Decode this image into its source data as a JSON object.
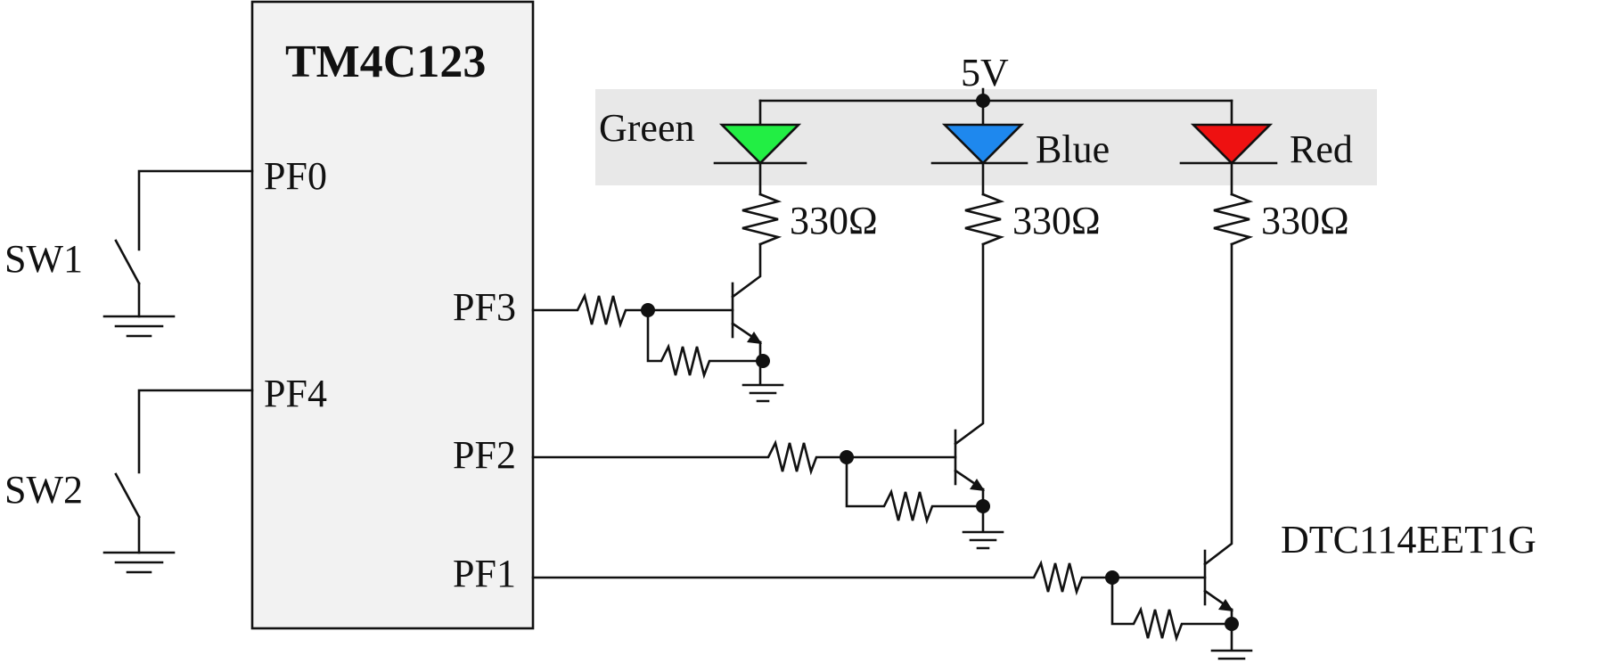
{
  "mcu": {
    "name": "TM4C123",
    "fill": "#f2f2f2"
  },
  "pins": {
    "pf0": "PF0",
    "pf4": "PF4",
    "pf3": "PF3",
    "pf2": "PF2",
    "pf1": "PF1"
  },
  "switches": {
    "sw1": "SW1",
    "sw2": "SW2"
  },
  "supply": "5V",
  "led_panel_fill": "#e8e8e8",
  "leds": [
    {
      "name": "Green",
      "color": "#22ee44"
    },
    {
      "name": "Blue",
      "color": "#1e88ee"
    },
    {
      "name": "Red",
      "color": "#ee1111"
    }
  ],
  "resistor_value": "330Ω",
  "transistor_part": "DTC114EET1G"
}
